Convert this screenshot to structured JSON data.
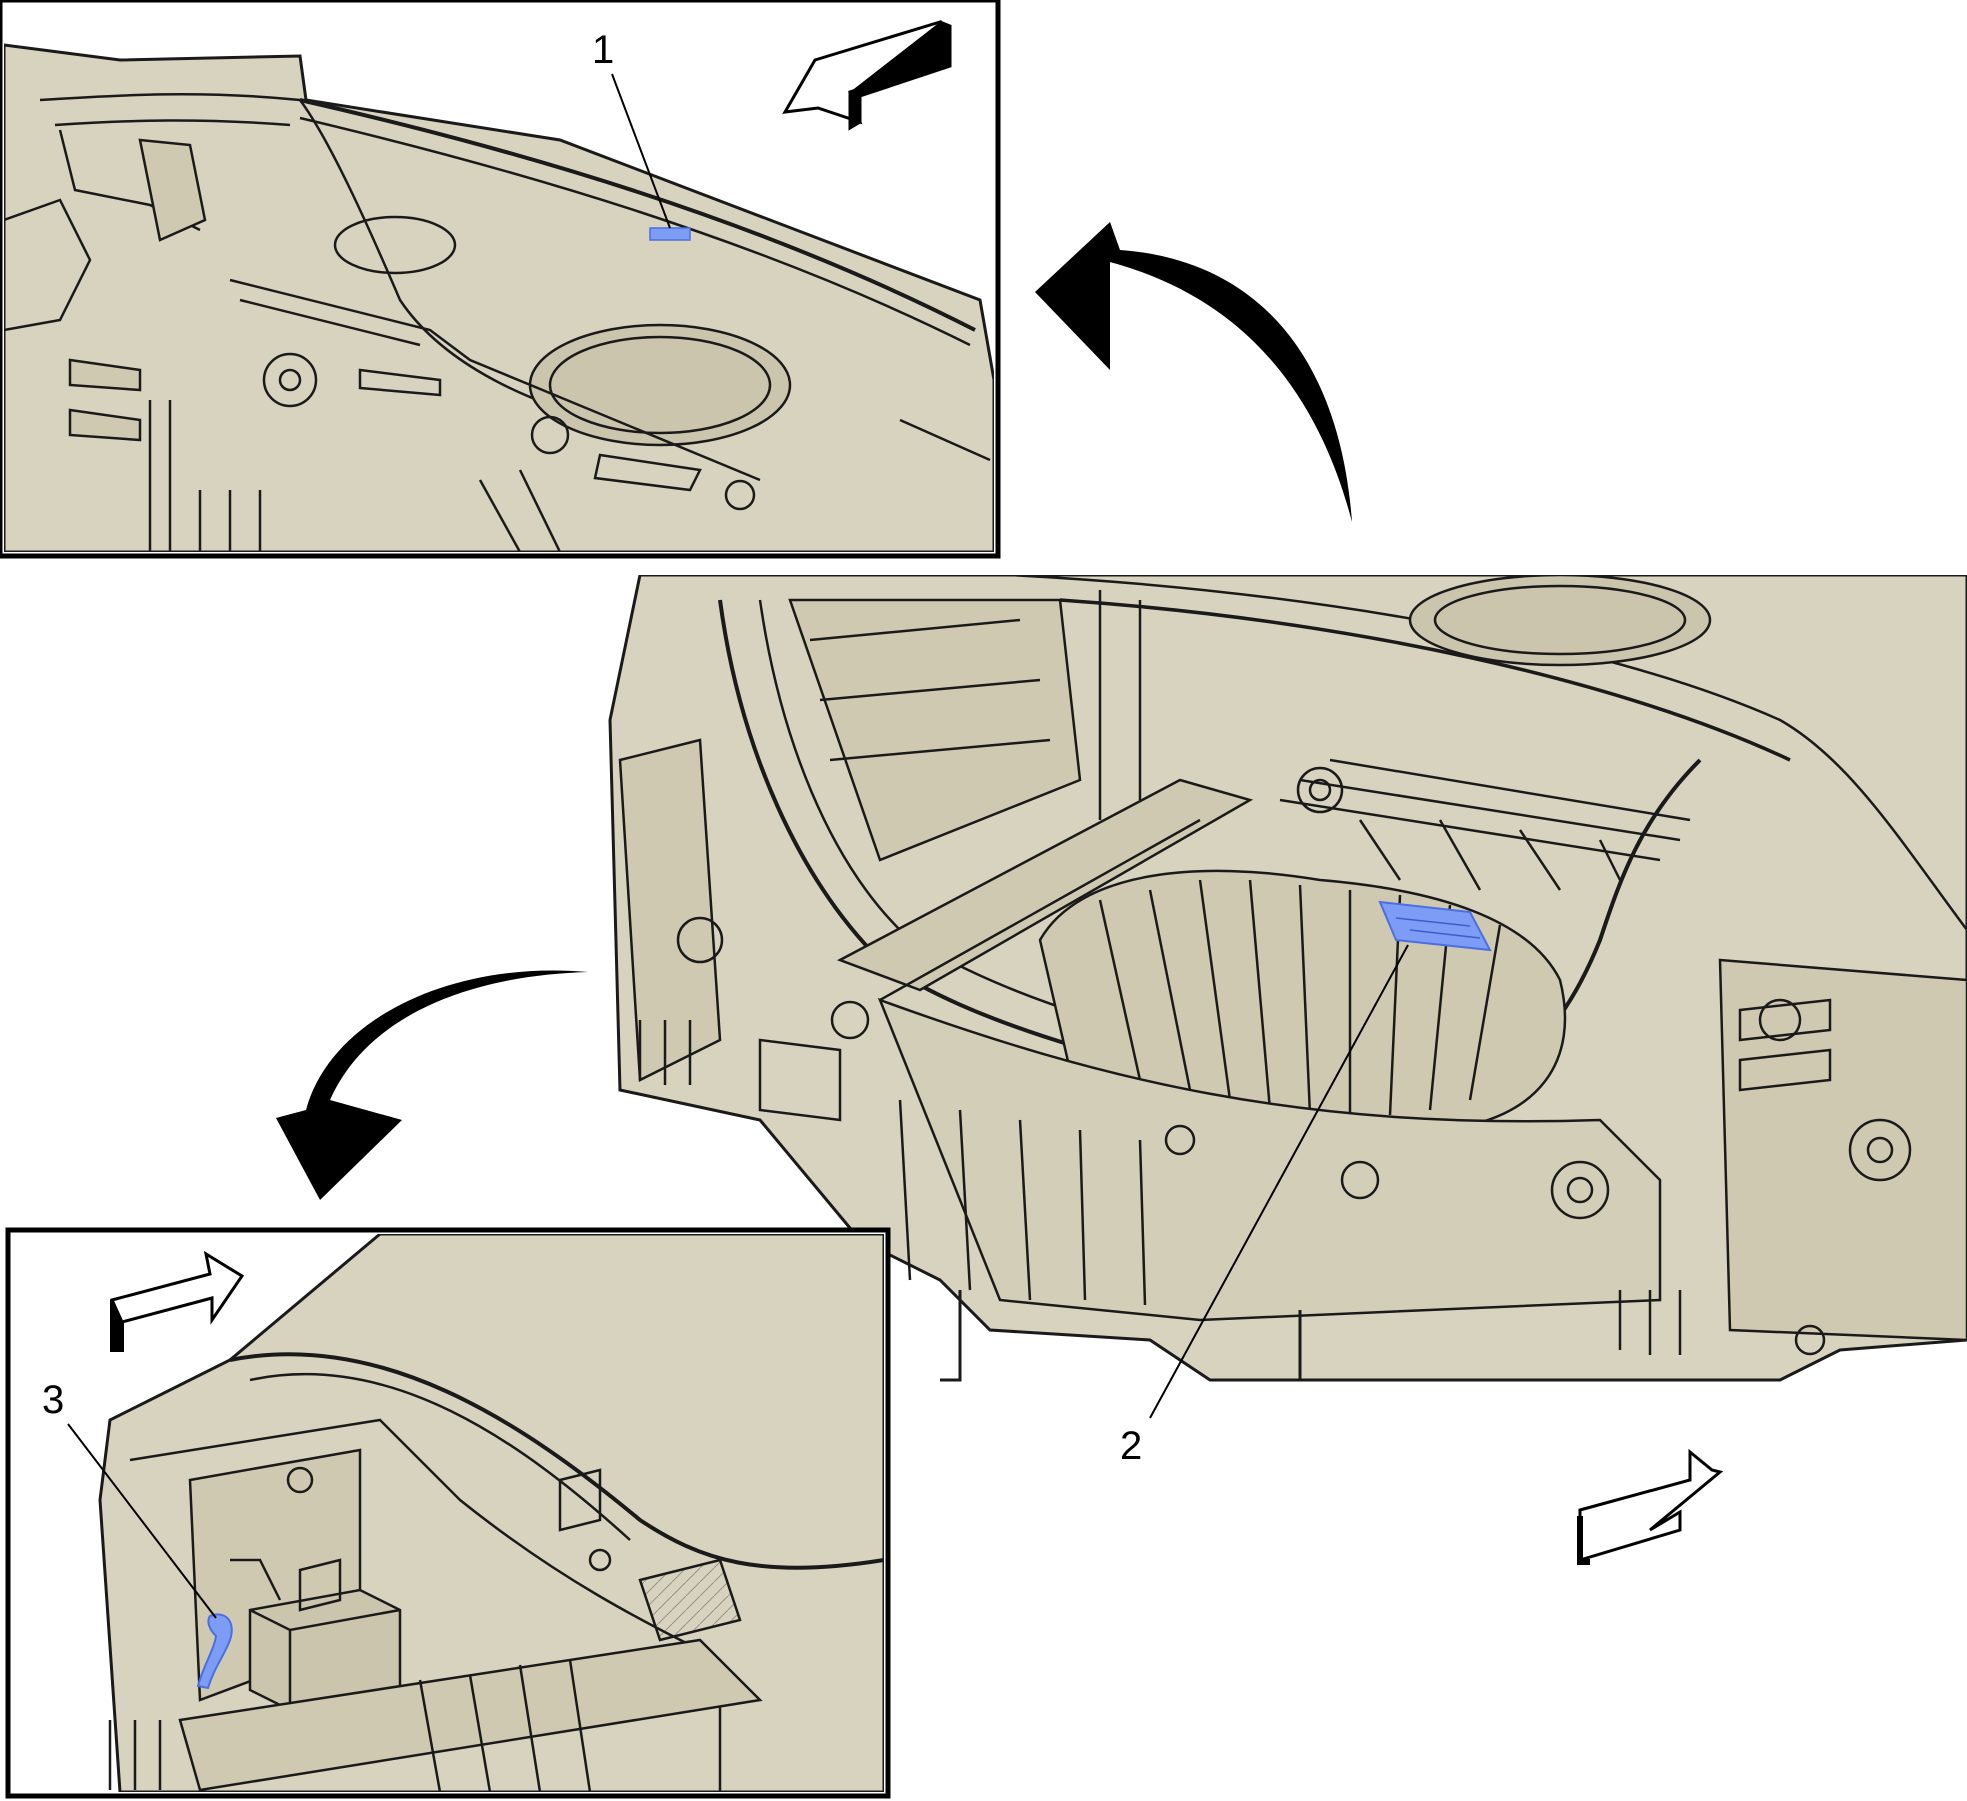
{
  "diagram": {
    "callouts": [
      {
        "id": "1",
        "label": "1"
      },
      {
        "id": "2",
        "label": "2"
      },
      {
        "id": "3",
        "label": "3"
      }
    ],
    "colors": {
      "body_fill": "#d8d3bf",
      "line": "#1a1a1a",
      "highlight": "#7d9cf5",
      "frame": "#000000",
      "background": "#ffffff"
    },
    "icons": [
      "direction-arrow-icon",
      "curved-arrow-icon"
    ]
  }
}
